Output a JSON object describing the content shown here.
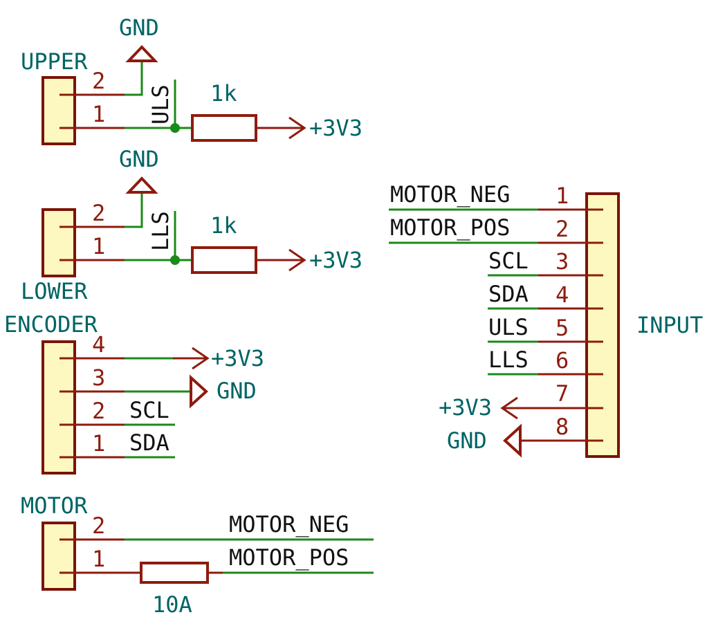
{
  "colors": {
    "background": "#ffffff",
    "component_body": "#fdf8c0",
    "component_outline": "#7a1406",
    "pin": "#8e1b0e",
    "wire": "#1a8a1a",
    "reference_text": "#006464",
    "net_label_text": "#111111"
  },
  "connectors": {
    "upper": {
      "ref": "UPPER",
      "pins": [
        "2",
        "1"
      ]
    },
    "lower": {
      "ref": "LOWER",
      "pins": [
        "2",
        "1"
      ]
    },
    "encoder": {
      "ref": "ENCODER",
      "pins": [
        "4",
        "3",
        "2",
        "1"
      ]
    },
    "motor": {
      "ref": "MOTOR",
      "pins": [
        "2",
        "1"
      ]
    },
    "input": {
      "ref": "INPUT",
      "pins": [
        "1",
        "2",
        "3",
        "4",
        "5",
        "6",
        "7",
        "8"
      ]
    }
  },
  "resistors": {
    "upper_value": "1k",
    "lower_value": "1k"
  },
  "fuse": {
    "value": "10A"
  },
  "power": {
    "gnd": "GND",
    "v33": "+3V3"
  },
  "nets": {
    "uls": "ULS",
    "lls": "LLS",
    "scl": "SCL",
    "sda": "SDA",
    "motor_neg": "MOTOR_NEG",
    "motor_pos": "MOTOR_POS"
  }
}
